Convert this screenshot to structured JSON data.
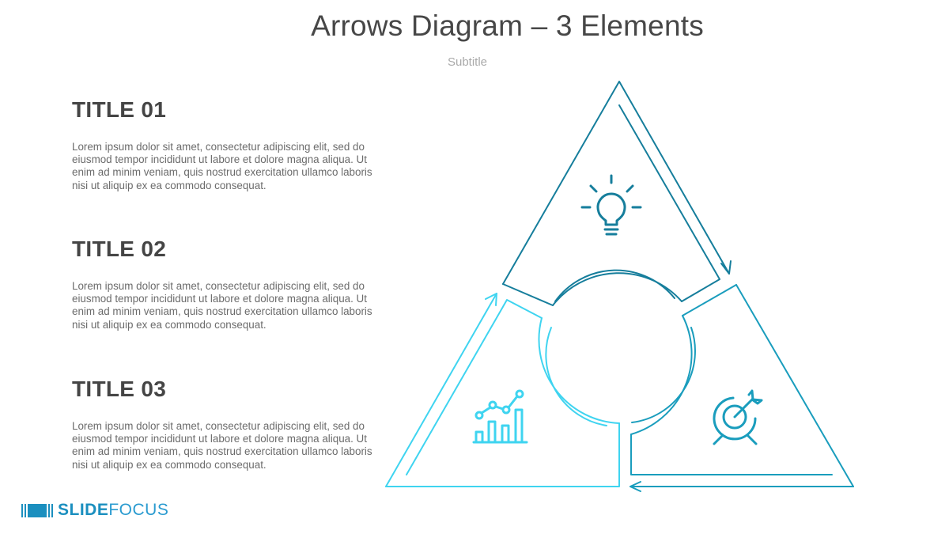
{
  "header": {
    "title": "Arrows Diagram – 3 Elements",
    "subtitle": "Subtitle"
  },
  "blocks": [
    {
      "title": "TITLE 01",
      "body": "Lorem ipsum dolor sit amet, consectetur adipiscing elit, sed do eiusmod tempor incididunt ut labore et dolore magna aliqua. Ut enim ad minim veniam, quis nostrud exercitation ullamco laboris nisi ut aliquip ex ea commodo consequat."
    },
    {
      "title": "TITLE 02",
      "body": "Lorem ipsum dolor sit amet, consectetur adipiscing elit, sed do eiusmod tempor incididunt ut labore et dolore magna aliqua. Ut enim ad minim veniam, quis nostrud exercitation ullamco laboris nisi ut aliquip ex ea commodo consequat."
    },
    {
      "title": "TITLE 03",
      "body": "Lorem ipsum dolor sit amet, consectetur adipiscing elit, sed do eiusmod tempor incididunt ut labore et dolore magna aliqua. Ut enim ad minim veniam, quis nostrud exercitation ullamco laboris nisi ut aliquip ex ea commodo consequat."
    }
  ],
  "diagram": {
    "segments": [
      {
        "id": "top",
        "icon": "lightbulb-icon",
        "color": "#167e9c"
      },
      {
        "id": "right",
        "icon": "target-arrow-icon",
        "color": "#1a9dbd"
      },
      {
        "id": "left",
        "icon": "bar-line-chart-icon",
        "color": "#3fd4f0"
      }
    ]
  },
  "logo": {
    "bold": "SLIDE",
    "light": "FOCUS",
    "color": "#1b8fbf"
  }
}
